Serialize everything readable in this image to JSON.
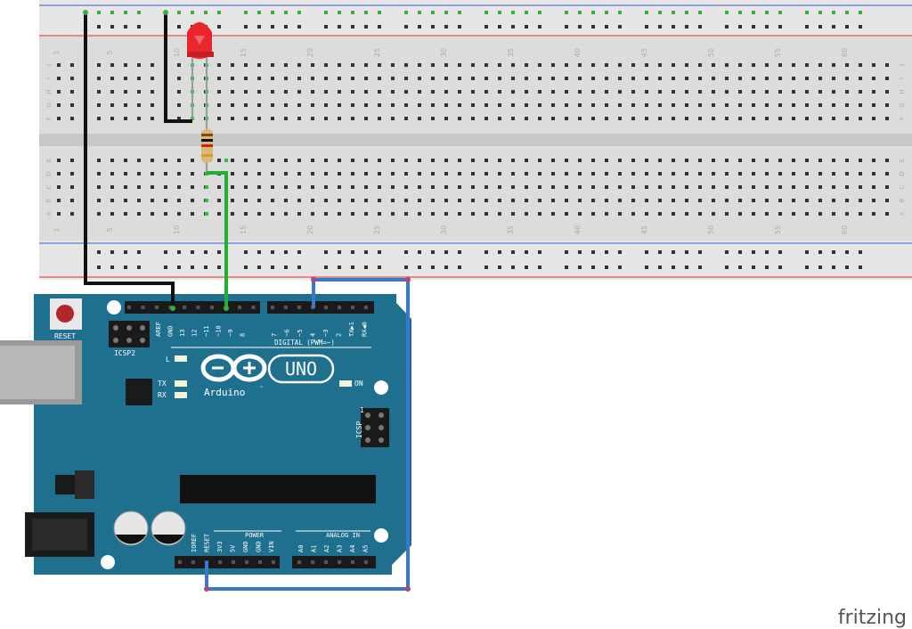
{
  "breadboard": {
    "column_numbers": [
      "1",
      "5",
      "10",
      "15",
      "20",
      "25",
      "30",
      "35",
      "40",
      "45",
      "50",
      "55",
      "60"
    ],
    "row_letters_top": [
      "J",
      "I",
      "H",
      "G",
      "F"
    ],
    "row_letters_bottom": [
      "E",
      "D",
      "C",
      "B",
      "A"
    ]
  },
  "arduino": {
    "reset_label": "RESET",
    "icsp2_label": "ICSP2",
    "l_label": "L",
    "tx_label": "TX",
    "rx_label": "RX",
    "logo_text": "Arduino",
    "tm": "™",
    "uno_text": "UNO",
    "on_label": "ON",
    "digital_label": "DIGITAL (PWM=~)",
    "icsp_label": "ICSP",
    "icsp_one": "1",
    "power_label": "POWER",
    "analog_label": "ANALOG IN",
    "digital_pins_left": [
      "AREF",
      "GND",
      "13",
      "12",
      "~11",
      "~10",
      "~9",
      "8"
    ],
    "digital_pins_right": [
      "7",
      "~6",
      "~5",
      "4",
      "~3",
      "2",
      "TX▶1",
      "RX◀0"
    ],
    "power_pins": [
      "IOREF",
      "RESET",
      "3V3",
      "5V",
      "GND",
      "GND",
      "VIN"
    ],
    "analog_pins": [
      "A0",
      "A1",
      "A2",
      "A3",
      "A4",
      "A5"
    ]
  },
  "watermark": "fritzing",
  "colors": {
    "board": "#1f6f8f",
    "breadboard": "#dcdcdc",
    "wire_black": "#111111",
    "wire_green": "#22b033",
    "wire_blue": "#3a78c9",
    "led": "#e8262b",
    "rail_red": "#d9342b",
    "rail_blue": "#3b5bcc"
  }
}
